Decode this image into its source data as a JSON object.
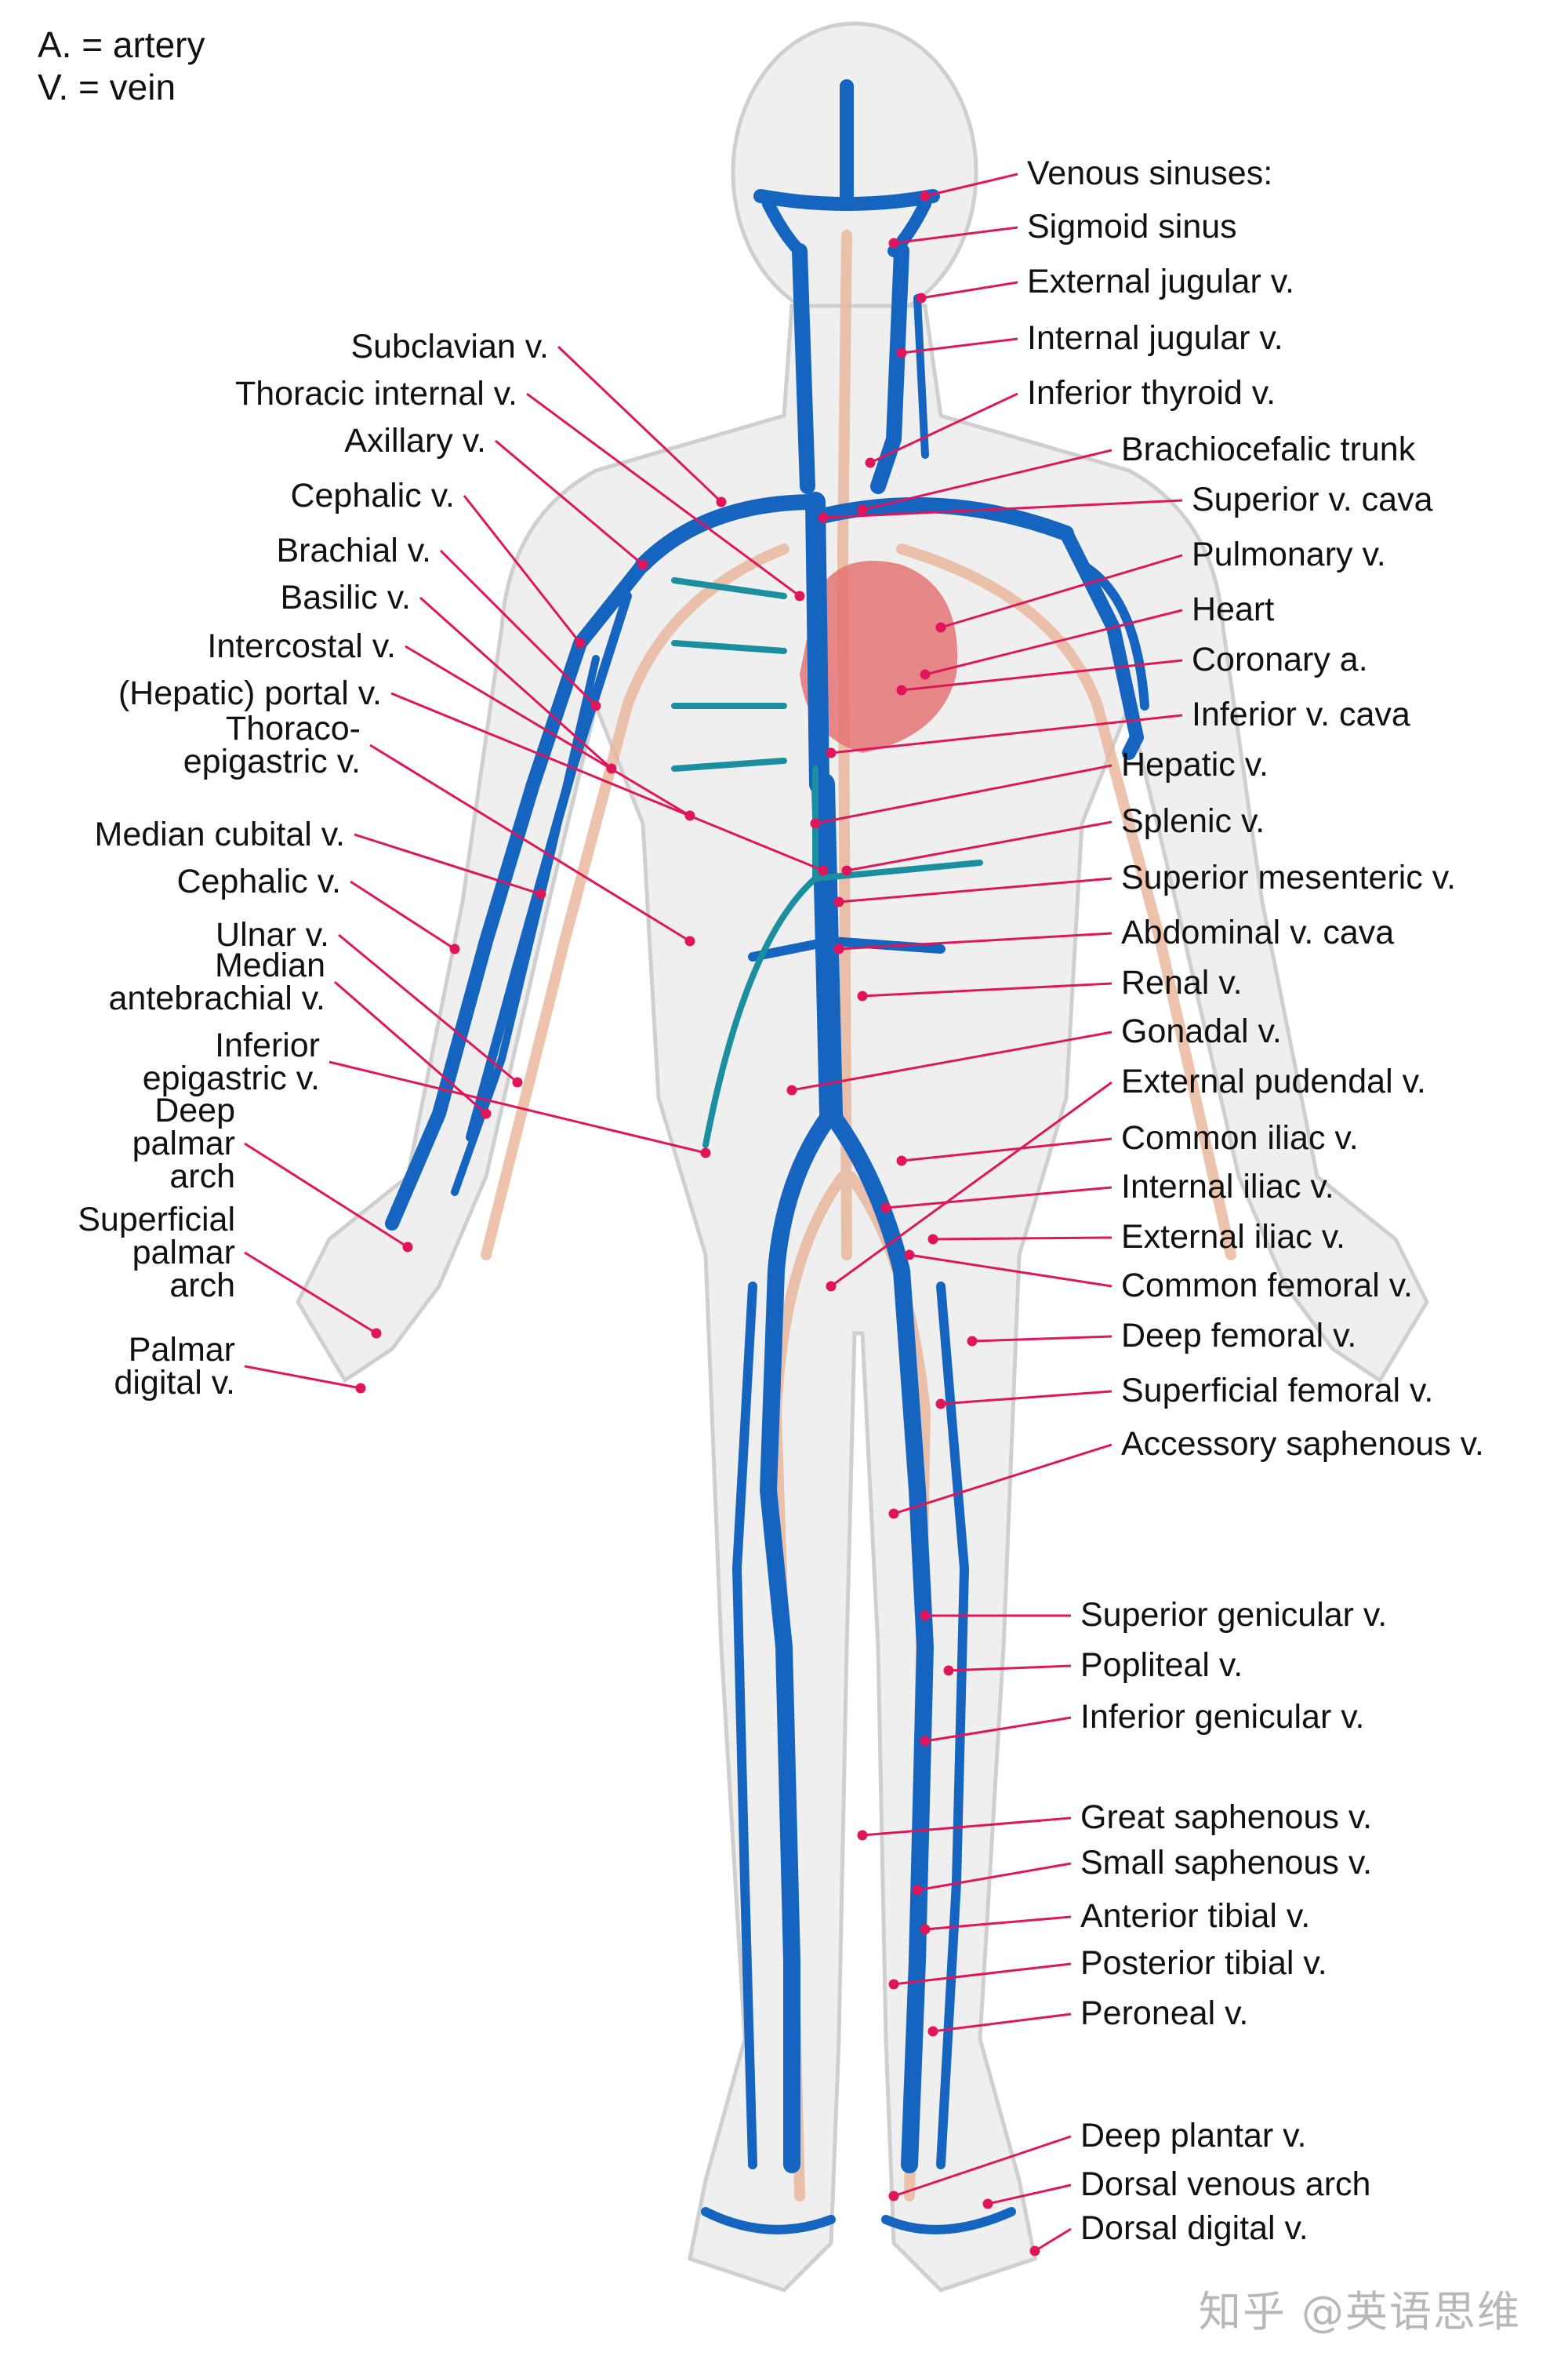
{
  "legend": {
    "artery": "A. = artery",
    "vein": "V. = vein"
  },
  "colors": {
    "vein": "#1565c0",
    "vein_dark": "#0d47a1",
    "artery": "#e0a080",
    "heart": "#e57373",
    "leader": "#e0155a",
    "body": "#efefef",
    "outline": "#cfcfcf"
  },
  "labels_right": [
    "Venous sinuses:",
    "Sigmoid sinus",
    "External jugular v.",
    "Internal jugular v.",
    "Inferior thyroid v.",
    "Brachiocefalic trunk",
    "Superior v. cava",
    "Pulmonary v.",
    "Heart",
    "Coronary a.",
    "Inferior v. cava",
    "Hepatic v.",
    "Splenic v.",
    "Superior mesenteric v.",
    "Abdominal v. cava",
    "Renal v.",
    "Gonadal v.",
    "External pudendal v.",
    "Common iliac v.",
    "Internal iliac v.",
    "External iliac v.",
    "Common femoral v.",
    "Deep femoral v.",
    "Superficial femoral v.",
    "Accessory saphenous v.",
    "Superior genicular v.",
    "Popliteal v.",
    "Inferior genicular v.",
    "Great saphenous v.",
    "Small saphenous v.",
    "Anterior tibial v.",
    "Posterior tibial v.",
    "Peroneal v.",
    "Deep plantar v.",
    "Dorsal venous arch",
    "Dorsal digital v."
  ],
  "labels_left": [
    "Subclavian v.",
    "Thoracic internal v.",
    "Axillary v.",
    "Cephalic v.",
    "Brachial v.",
    "Basilic v.",
    "Intercostal v.",
    "(Hepatic) portal v.",
    "Thoraco-\nepigastric v.",
    "Median cubital v.",
    "Cephalic v.",
    "Ulnar v.",
    "Median\nantebrachial v.",
    "Inferior\nepigastric v.",
    "Deep\npalmar\narch",
    "Superficial\npalmar\narch",
    "Palmar\ndigital v."
  ],
  "watermark": "知乎 @英语思维"
}
